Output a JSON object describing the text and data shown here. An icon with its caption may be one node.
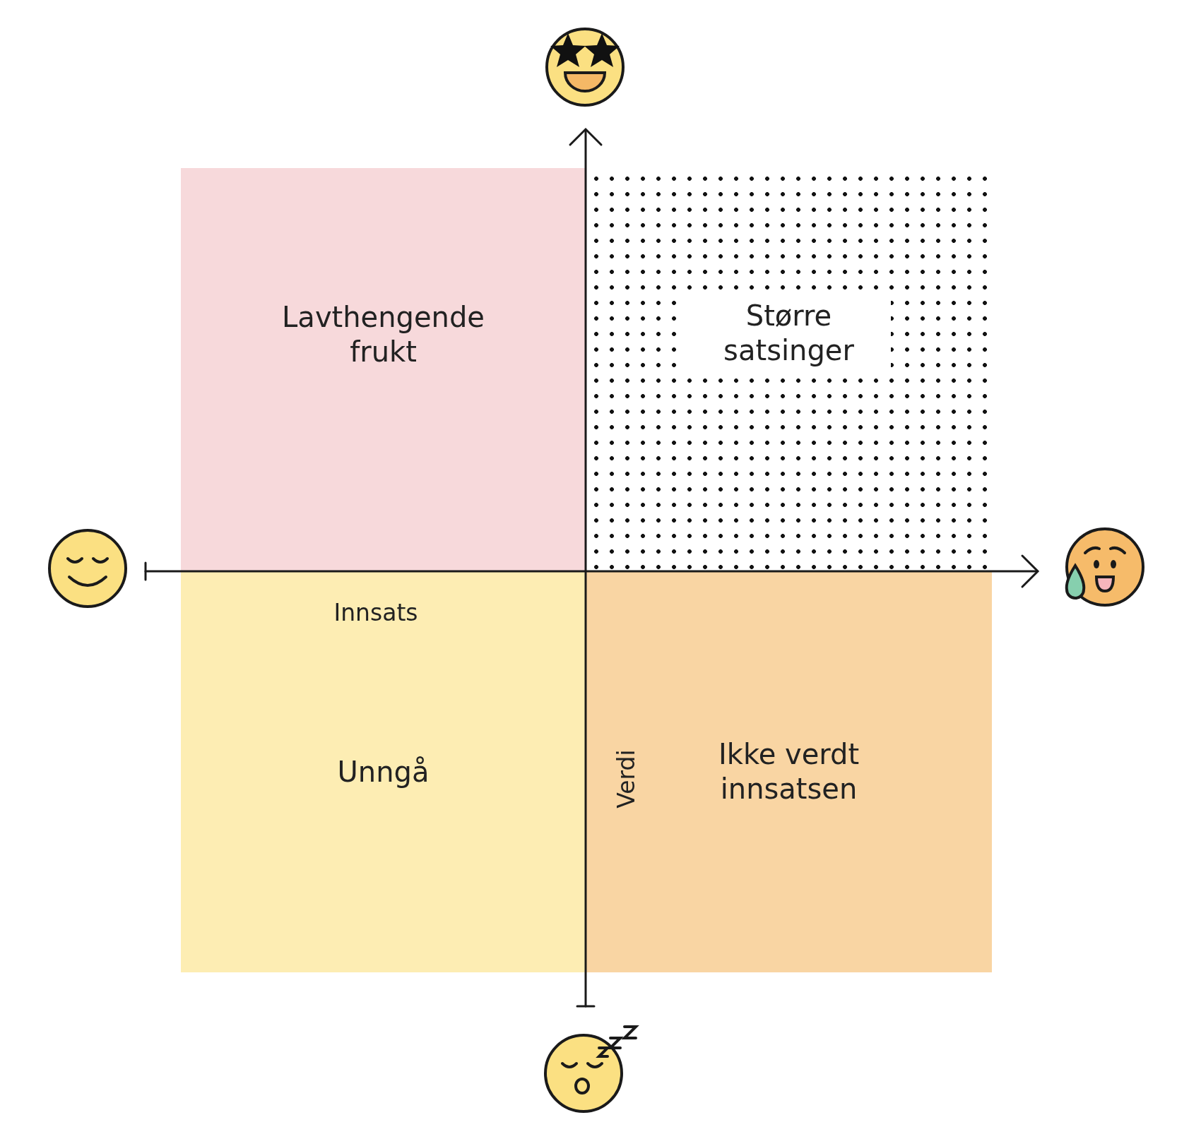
{
  "diagram": {
    "nodes": [
      {
        "text": [
          "Lavthengende frukt"
        ]
      },
      {
        "text": [
          "Større satsinger"
        ]
      },
      {
        "text": [
          "Unngå"
        ]
      },
      {
        "text": [
          "Ikke verdt innsatsen"
        ]
      }
    ],
    "labels": [
      "Innsats",
      "Verdi"
    ]
  }
}
